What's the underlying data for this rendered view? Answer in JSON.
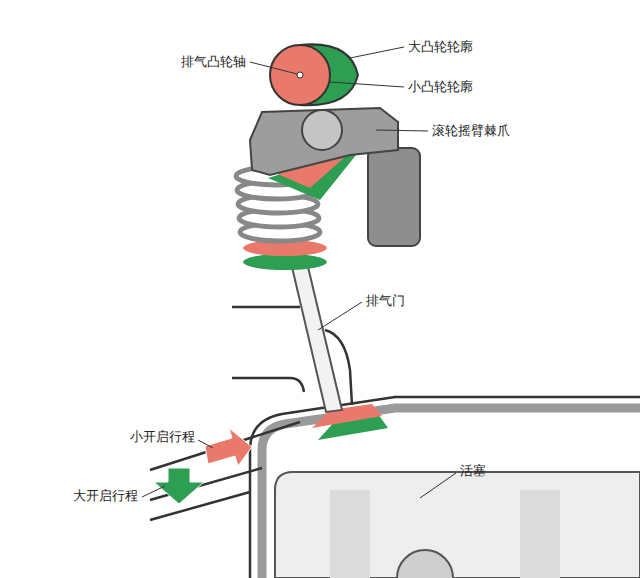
{
  "diagram": {
    "labels": [
      "排气凸轮轴",
      "大凸轮轮廓",
      "小凸轮轮廓",
      "滚轮摇臂棘爪",
      "排气门",
      "小开启行程",
      "大开启行程",
      "活塞"
    ]
  }
}
